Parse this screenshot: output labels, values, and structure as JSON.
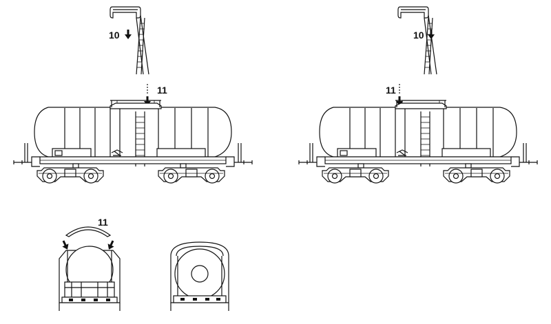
{
  "labels": {
    "step_ladder_left": "10",
    "step_ladder_right": "10",
    "step_rail_left": "11",
    "step_rail_right": "11",
    "step_rail_end": "11"
  }
}
